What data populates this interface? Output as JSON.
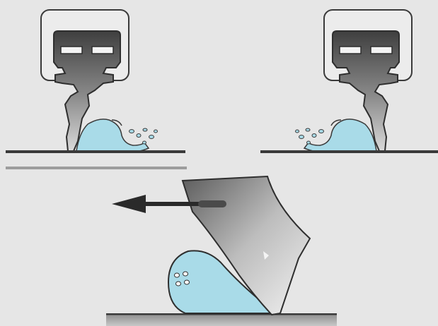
{
  "diagram": {
    "panels": [
      {
        "id": "left-wiper",
        "direction": "right"
      },
      {
        "id": "right-wiper",
        "direction": "left"
      },
      {
        "id": "blade-closeup",
        "direction": "left"
      }
    ]
  },
  "colors": {
    "background": "#e6e6e6",
    "water": "#a9dbe8",
    "water_outline": "#3a3a3a",
    "rubber_dark": "#5a5a5a",
    "rubber_light": "#d2d2d2",
    "glass": "#7a7a7a",
    "arrow": "#2a2a2a"
  },
  "icons": {
    "motion_arrow": "left-arrow-icon"
  }
}
